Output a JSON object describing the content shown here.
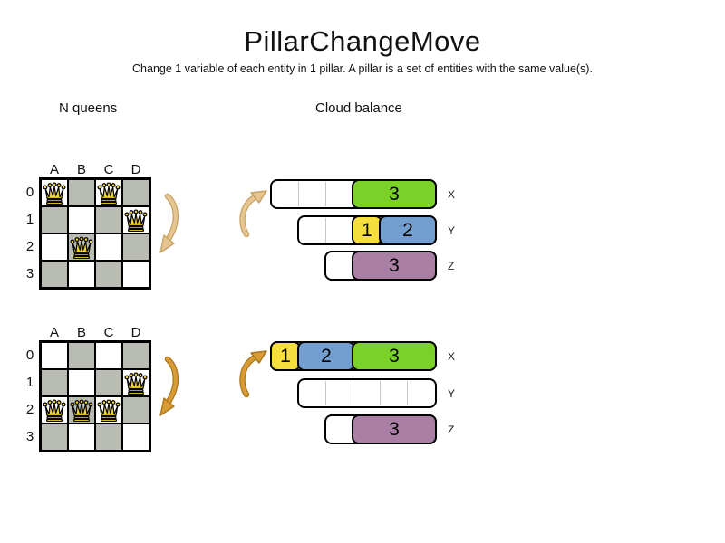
{
  "title": "PillarChangeMove",
  "subtitle": "Change 1 variable of each entity in 1 pillar. A pillar is a set of entities with the same value(s).",
  "sections": {
    "left_label": "N queens",
    "right_label": "Cloud balance"
  },
  "colors": {
    "board_dark": "#b9bcb3",
    "board_light": "#ffffff",
    "queen_gold": "#f2d327",
    "green": "#7ad127",
    "yellow": "#f6de3d",
    "blue": "#729fcf",
    "purple": "#a97fa6",
    "arrow_light_fill": "#e5c693",
    "arrow_light_stroke": "#c9a262",
    "arrow_dark_fill": "#d99b36",
    "arrow_dark_stroke": "#a97617"
  },
  "boards": [
    {
      "name": "before",
      "columns": [
        "A",
        "B",
        "C",
        "D"
      ],
      "rows": [
        "0",
        "1",
        "2",
        "3"
      ],
      "queens": [
        {
          "col": "A",
          "row": 0
        },
        {
          "col": "C",
          "row": 0
        },
        {
          "col": "D",
          "row": 1
        },
        {
          "col": "B",
          "row": 2
        }
      ]
    },
    {
      "name": "after",
      "columns": [
        "A",
        "B",
        "C",
        "D"
      ],
      "rows": [
        "0",
        "1",
        "2",
        "3"
      ],
      "queens": [
        {
          "col": "D",
          "row": 1
        },
        {
          "col": "A",
          "row": 2
        },
        {
          "col": "B",
          "row": 2
        },
        {
          "col": "C",
          "row": 2
        }
      ]
    }
  ],
  "cloud_sets": [
    {
      "name": "before",
      "bars": [
        {
          "label": "X",
          "units": 6,
          "blocks": [
            {
              "value": "3",
              "color": "green",
              "start": 3,
              "size": 3
            }
          ]
        },
        {
          "label": "Y",
          "units": 5,
          "blocks": [
            {
              "value": "1",
              "color": "yellow",
              "start": 2,
              "size": 1
            },
            {
              "value": "2",
              "color": "blue",
              "start": 3,
              "size": 2
            }
          ]
        },
        {
          "label": "Z",
          "units": 4,
          "blocks": [
            {
              "value": "3",
              "color": "purple",
              "start": 1,
              "size": 3
            }
          ]
        }
      ]
    },
    {
      "name": "after",
      "bars": [
        {
          "label": "X",
          "units": 6,
          "blocks": [
            {
              "value": "1",
              "color": "yellow",
              "start": 0,
              "size": 1
            },
            {
              "value": "2",
              "color": "blue",
              "start": 1,
              "size": 2
            },
            {
              "value": "3",
              "color": "green",
              "start": 3,
              "size": 3
            }
          ]
        },
        {
          "label": "Y",
          "units": 5,
          "blocks": []
        },
        {
          "label": "Z",
          "units": 4,
          "blocks": [
            {
              "value": "3",
              "color": "purple",
              "start": 1,
              "size": 3
            }
          ]
        }
      ]
    }
  ]
}
